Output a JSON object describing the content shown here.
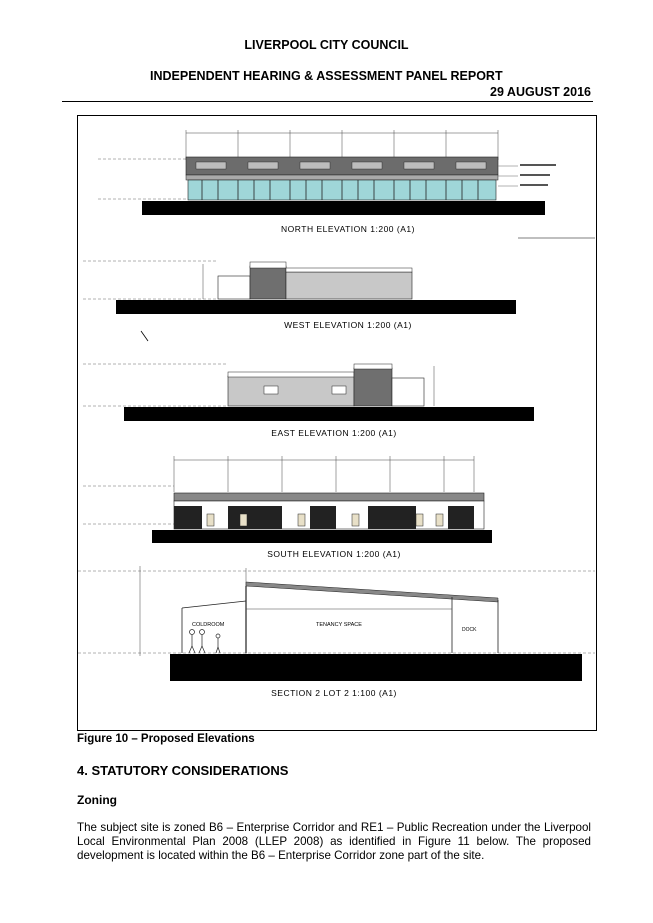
{
  "header": {
    "council": "LIVERPOOL CITY COUNCIL",
    "report_title": "INDEPENDENT HEARING & ASSESSMENT PANEL REPORT",
    "date": "29 AUGUST 2016"
  },
  "figure": {
    "caption": "Figure 10 – Proposed Elevations",
    "drawings": {
      "north": "NORTH  ELEVATION  1:200  (A1)",
      "west": "WEST  ELEVATION  1:200  (A1)",
      "east": "EAST  ELEVATION  1:200  (A1)",
      "south": "SOUTH  ELEVATION  1:200  (A1)",
      "section": "SECTION  2   LOT  2      1:100  (A1)",
      "section_room_left": "COLDROOM",
      "section_room_mid": "TENANCY SPACE",
      "section_room_right": "DOCK"
    }
  },
  "section": {
    "heading": "4.  STATUTORY CONSIDERATIONS",
    "subheading": "Zoning",
    "paragraph": "The subject site is zoned B6 – Enterprise Corridor and RE1 – Public Recreation under the Liverpool Local Environmental Plan 2008 (LLEP 2008) as identified in Figure 11 below. The proposed development is located within the B6 – Enterprise Corridor zone part of the site."
  }
}
